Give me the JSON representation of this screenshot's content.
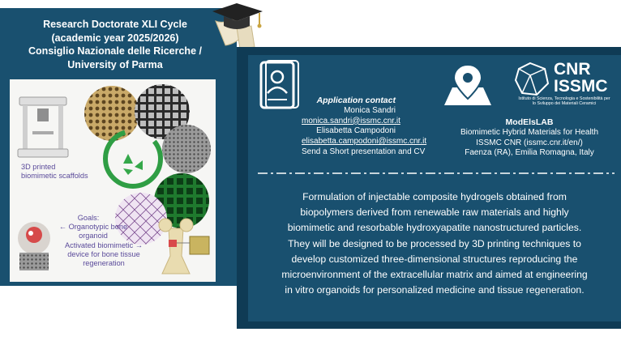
{
  "left": {
    "title": [
      "Research Doctorate XLI Cycle",
      "(academic year 2025/2026)",
      "Consiglio Nazionale delle Ricerche /",
      "University of Parma"
    ],
    "image": {
      "scaffold_label": [
        "3D printed",
        "biomimetic scaffolds"
      ],
      "goals_head": "Goals:",
      "goal_1": [
        "← Organotypic bone",
        "organoid"
      ],
      "goal_2": [
        "Activated biomimetic →",
        "device for bone tissue",
        "regeneration"
      ]
    }
  },
  "contact": {
    "heading": "Application contact",
    "name_1": "Monica Sandri",
    "email_1": "monica.sandri@issmc.cnr.it",
    "name_2": "Elisabetta Campodoni",
    "email_2": "elisabetta.campodoni@issmc.cnr.it",
    "note": "Send a Short presentation and CV"
  },
  "logo": {
    "line_1": "CNR",
    "line_2": "ISSMC",
    "small": "Istituto di Scienza, Tecnologia e Sostenibilità per lo Sviluppo dei Materiali Ceramici"
  },
  "lab": {
    "name": "ModElsLAB",
    "line_1": "Biomimetic Hybrid Materials for Health",
    "line_2": "ISSMC CNR (issmc.cnr.it/en/)",
    "line_3": "Faenza (RA), Emilia Romagna, Italy"
  },
  "description": [
    "Formulation of injectable composite hydrogels obtained from",
    "biopolymers derived from renewable raw materials and highly",
    "biomimetic and resorbable hydroxyapatite nanostructured particles.",
    "They will be designed to be processed by 3D printing techniques to",
    "develop customized three-dimensional structures reproducing the",
    "microenvironment of the extracellular matrix and aimed at engineering",
    "in vitro organoids for personalized medicine and tissue regeneration."
  ],
  "colors": {
    "panel": "#19506f",
    "panel_shadow": "#0f3b55",
    "text": "#ffffff",
    "figure_label": "#5a4a9a"
  },
  "icons": [
    "graduation-cap-icon",
    "contact-card-icon",
    "map-pin-icon",
    "cnr-logo-icon",
    "recycle-icon"
  ]
}
